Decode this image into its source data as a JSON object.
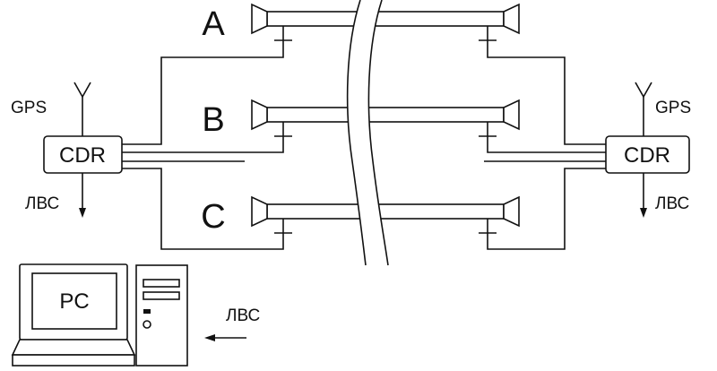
{
  "lines": [
    {
      "label": "A"
    },
    {
      "label": "B"
    },
    {
      "label": "C"
    }
  ],
  "left_station": {
    "device": "CDR",
    "antenna": "GPS",
    "network": "ЛВС"
  },
  "right_station": {
    "device": "CDR",
    "antenna": "GPS",
    "network": "ЛВС"
  },
  "computer": {
    "label": "PC",
    "network": "ЛВС"
  }
}
